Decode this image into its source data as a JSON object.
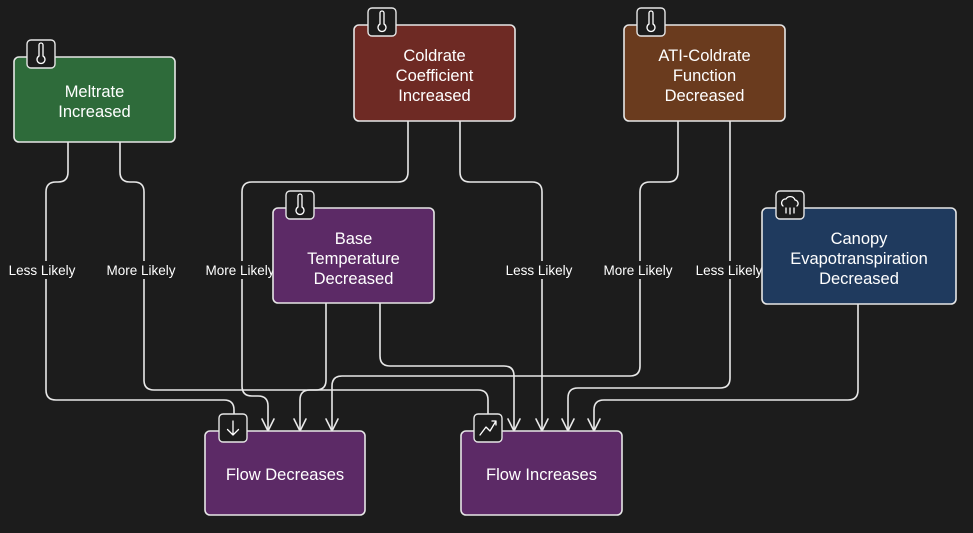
{
  "colors": {
    "background": "#1c1c1c",
    "green": "#2e6b3a",
    "red": "#6e2a24",
    "brown": "#6a3b1e",
    "purple": "#5c2a66",
    "navy": "#1f3a5e",
    "stroke": "#e6e6e6"
  },
  "nodes": {
    "meltrate": {
      "lines": [
        "Meltrate",
        "Increased"
      ],
      "color": "green",
      "icon": "thermometer-icon"
    },
    "coldrate": {
      "lines": [
        "Coldrate",
        "Coefficient",
        "Increased"
      ],
      "color": "red",
      "icon": "thermometer-icon"
    },
    "ati": {
      "lines": [
        "ATI-Coldrate",
        "Function",
        "Decreased"
      ],
      "color": "brown",
      "icon": "thermometer-icon"
    },
    "base": {
      "lines": [
        "Base",
        "Temperature",
        "Decreased"
      ],
      "color": "purple",
      "icon": "thermometer-icon"
    },
    "canopy": {
      "lines": [
        "Canopy",
        "Evapotranspiration",
        "Decreased"
      ],
      "color": "navy",
      "icon": "cloud-rain-icon"
    },
    "flow_dec": {
      "lines": [
        "Flow Decreases"
      ],
      "color": "purple",
      "icon": "arrow-down-icon"
    },
    "flow_inc": {
      "lines": [
        "Flow Increases"
      ],
      "color": "purple",
      "icon": "trend-up-icon"
    }
  },
  "edges": [
    {
      "from": "meltrate",
      "to": "flow_dec",
      "label": "Less Likely"
    },
    {
      "from": "meltrate",
      "to": "flow_inc",
      "label": "More Likely"
    },
    {
      "from": "coldrate",
      "to": "flow_dec",
      "label": "More Likely"
    },
    {
      "from": "coldrate",
      "to": "flow_inc",
      "label": "Less Likely"
    },
    {
      "from": "ati",
      "to": "flow_dec",
      "label": "More Likely"
    },
    {
      "from": "ati",
      "to": "flow_inc",
      "label": "Less Likely"
    },
    {
      "from": "base",
      "to": "flow_dec",
      "label": ""
    },
    {
      "from": "base",
      "to": "flow_inc",
      "label": ""
    },
    {
      "from": "canopy",
      "to": "flow_inc",
      "label": ""
    }
  ]
}
